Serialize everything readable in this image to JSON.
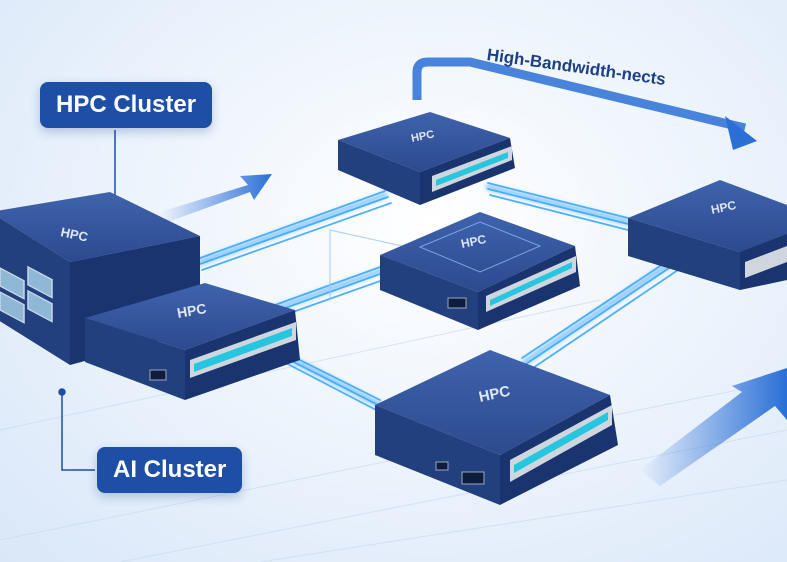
{
  "labels": {
    "hpc_cluster": "HPC Cluster",
    "ai_cluster": "AI Cluster",
    "bandwidth_arrow": "High-Bandwidth-nects"
  },
  "device_label": "HPC",
  "colors": {
    "device_top": "#34549a",
    "device_front": "#1e3873",
    "device_side": "#2a4584",
    "tag_bg": "#1d4fa6",
    "link": "#3ea8ff",
    "port": "#26c6e0",
    "arrow": "#2a6fd6"
  }
}
